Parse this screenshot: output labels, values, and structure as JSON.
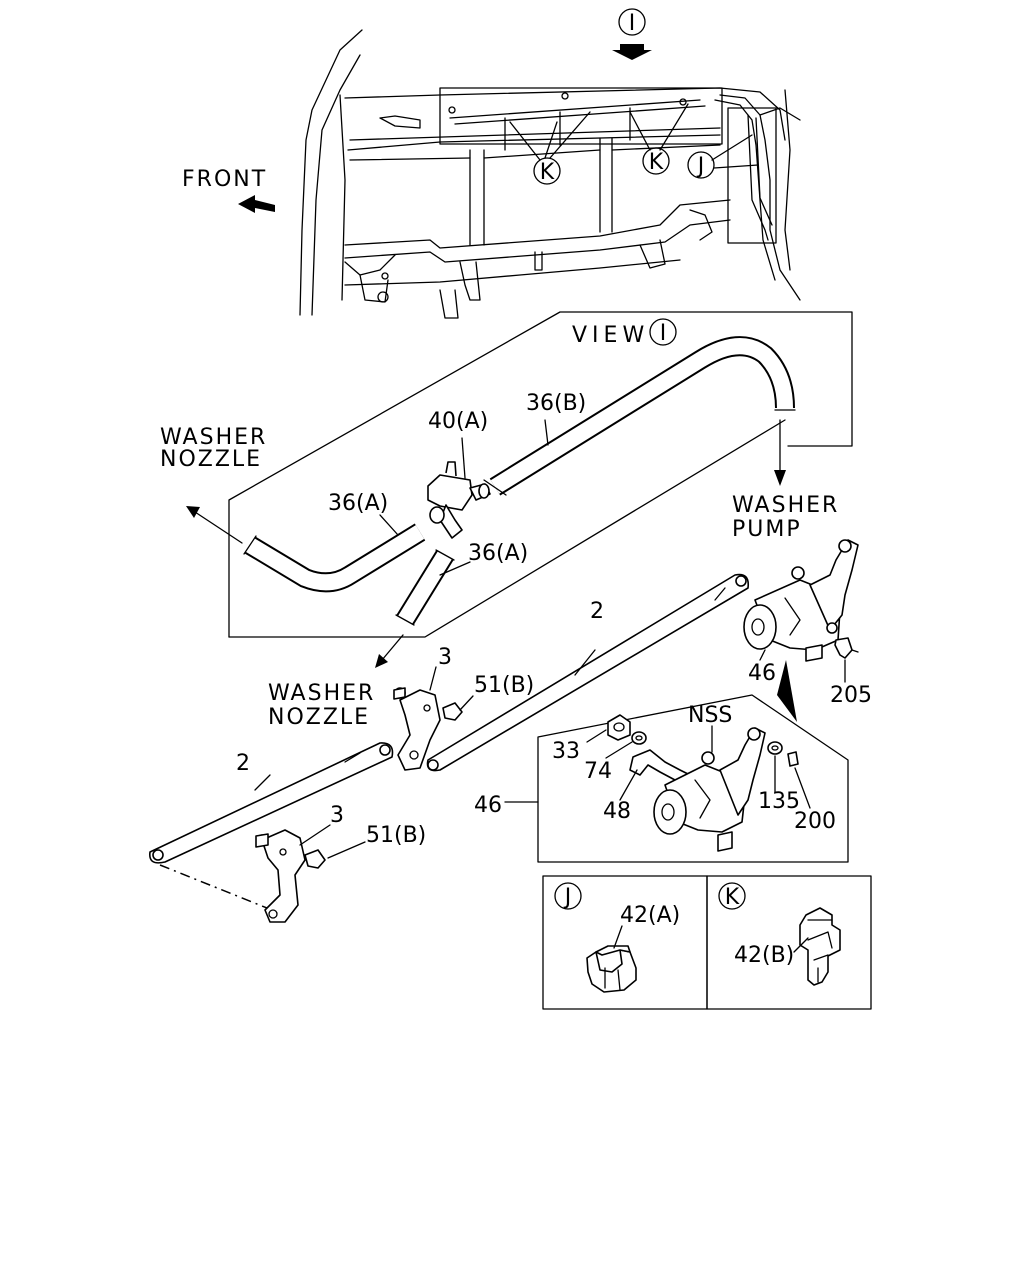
{
  "view_markers": {
    "i": "I",
    "j": "J",
    "k": "K"
  },
  "labels": {
    "front": "FRONT",
    "view_word": "VIEW",
    "washer_nozzle_top_1": "WASHER",
    "washer_nozzle_top_2": "NOZZLE",
    "washer_nozzle_mid_1": "WASHER",
    "washer_nozzle_mid_2": "NOZZLE",
    "washer_pump_1": "WASHER",
    "washer_pump_2": "PUMP"
  },
  "parts": {
    "p40a": "40(A)",
    "p36b": "36(B)",
    "p36a_1": "36(A)",
    "p36a_2": "36(A)",
    "p2_upper": "2",
    "p2_lower": "2",
    "p3_upper": "3",
    "p3_lower": "3",
    "p51b_upper": "51(B)",
    "p51b_lower": "51(B)",
    "p46_motor": "46",
    "p46_callout": "46",
    "p205": "205",
    "nss": "NSS",
    "p33": "33",
    "p74": "74",
    "p48": "48",
    "p135": "135",
    "p200": "200",
    "p42a": "42(A)",
    "p42b": "42(B)"
  }
}
